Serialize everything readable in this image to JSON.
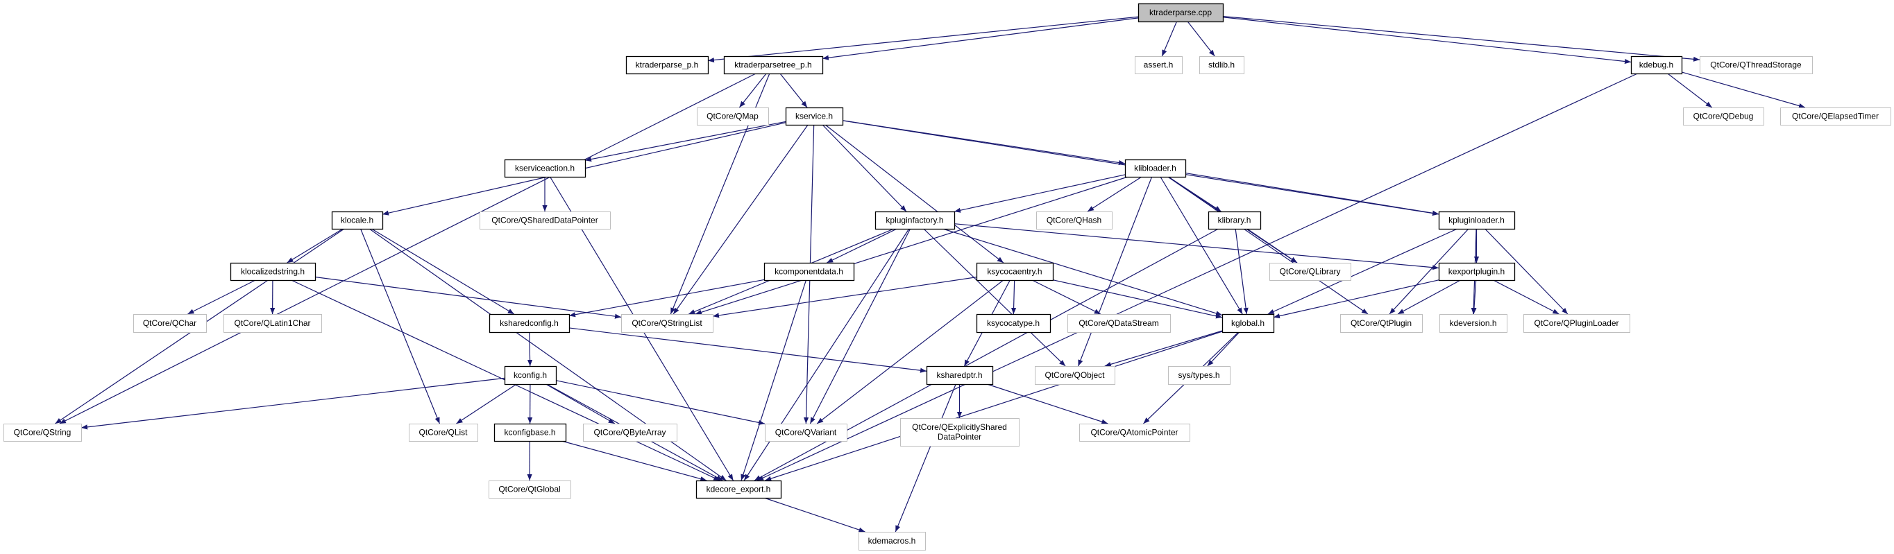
{
  "graph": {
    "colors": {
      "edge": "#191970",
      "root_fill": "#bfbfbf",
      "project_border": "#000000",
      "external_border": "#bfbfbf"
    },
    "nodes": [
      {
        "id": "root",
        "label": "ktraderparse.cpp",
        "kind": "root"
      },
      {
        "id": "ktraderparse_p",
        "label": "ktraderparse_p.h",
        "kind": "project"
      },
      {
        "id": "ktraderparsetree_p",
        "label": "ktraderparsetree_p.h",
        "kind": "project"
      },
      {
        "id": "assert",
        "label": "assert.h",
        "kind": "external"
      },
      {
        "id": "stdlib",
        "label": "stdlib.h",
        "kind": "external"
      },
      {
        "id": "kdebug",
        "label": "kdebug.h",
        "kind": "project"
      },
      {
        "id": "qthreadstorage",
        "label": "QtCore/QThreadStorage",
        "kind": "external"
      },
      {
        "id": "qmap",
        "label": "QtCore/QMap",
        "kind": "external"
      },
      {
        "id": "kservice",
        "label": "kservice.h",
        "kind": "project"
      },
      {
        "id": "qdebug",
        "label": "QtCore/QDebug",
        "kind": "external"
      },
      {
        "id": "qelapsedtimer",
        "label": "QtCore/QElapsedTimer",
        "kind": "external"
      },
      {
        "id": "kserviceaction",
        "label": "kserviceaction.h",
        "kind": "project"
      },
      {
        "id": "klibloader",
        "label": "klibloader.h",
        "kind": "project"
      },
      {
        "id": "klocale",
        "label": "klocale.h",
        "kind": "project"
      },
      {
        "id": "qshareddatapointer",
        "label": "QtCore/QSharedDataPointer",
        "kind": "external"
      },
      {
        "id": "kpluginfactory",
        "label": "kpluginfactory.h",
        "kind": "project"
      },
      {
        "id": "qhash",
        "label": "QtCore/QHash",
        "kind": "external"
      },
      {
        "id": "klibrary",
        "label": "klibrary.h",
        "kind": "project"
      },
      {
        "id": "kpluginloader",
        "label": "kpluginloader.h",
        "kind": "project"
      },
      {
        "id": "klocalizedstring",
        "label": "klocalizedstring.h",
        "kind": "project"
      },
      {
        "id": "kcomponentdata",
        "label": "kcomponentdata.h",
        "kind": "project"
      },
      {
        "id": "ksycocaentry",
        "label": "ksycocaentry.h",
        "kind": "project"
      },
      {
        "id": "qlibrary",
        "label": "QtCore/QLibrary",
        "kind": "external"
      },
      {
        "id": "kexportplugin",
        "label": "kexportplugin.h",
        "kind": "project"
      },
      {
        "id": "qchar",
        "label": "QtCore/QChar",
        "kind": "external"
      },
      {
        "id": "qlatin1char",
        "label": "QtCore/QLatin1Char",
        "kind": "external"
      },
      {
        "id": "ksharedconfig",
        "label": "ksharedconfig.h",
        "kind": "project"
      },
      {
        "id": "qstringlist",
        "label": "QtCore/QStringList",
        "kind": "external"
      },
      {
        "id": "ksycocatype",
        "label": "ksycocatype.h",
        "kind": "project"
      },
      {
        "id": "qdatastream",
        "label": "QtCore/QDataStream",
        "kind": "external"
      },
      {
        "id": "kglobal",
        "label": "kglobal.h",
        "kind": "project"
      },
      {
        "id": "qtplugin",
        "label": "QtCore/QtPlugin",
        "kind": "external"
      },
      {
        "id": "kdeversion",
        "label": "kdeversion.h",
        "kind": "external"
      },
      {
        "id": "qpluginloader",
        "label": "QtCore/QPluginLoader",
        "kind": "external"
      },
      {
        "id": "kconfig",
        "label": "kconfig.h",
        "kind": "project"
      },
      {
        "id": "ksharedptr",
        "label": "ksharedptr.h",
        "kind": "project"
      },
      {
        "id": "qobject",
        "label": "QtCore/QObject",
        "kind": "external"
      },
      {
        "id": "systypes",
        "label": "sys/types.h",
        "kind": "external"
      },
      {
        "id": "qstring",
        "label": "QtCore/QString",
        "kind": "external"
      },
      {
        "id": "qlist",
        "label": "QtCore/QList",
        "kind": "external"
      },
      {
        "id": "kconfigbase",
        "label": "kconfigbase.h",
        "kind": "project"
      },
      {
        "id": "qbytearray",
        "label": "QtCore/QByteArray",
        "kind": "external"
      },
      {
        "id": "qvariant",
        "label": "QtCore/QVariant",
        "kind": "external"
      },
      {
        "id": "qexplicitlyshareddatapointer",
        "label": "QtCore/QExplicitlyShared\nDataPointer",
        "kind": "external"
      },
      {
        "id": "qatomicpointer",
        "label": "QtCore/QAtomicPointer",
        "kind": "external"
      },
      {
        "id": "qtglobal",
        "label": "QtCore/QtGlobal",
        "kind": "external"
      },
      {
        "id": "kdecore_export",
        "label": "kdecore_export.h",
        "kind": "project"
      },
      {
        "id": "kdemacros",
        "label": "kdemacros.h",
        "kind": "external"
      }
    ],
    "edges": [
      [
        "root",
        "ktraderparse_p"
      ],
      [
        "root",
        "ktraderparsetree_p"
      ],
      [
        "root",
        "assert"
      ],
      [
        "root",
        "stdlib"
      ],
      [
        "root",
        "kdebug"
      ],
      [
        "root",
        "qthreadstorage"
      ],
      [
        "ktraderparsetree_p",
        "qstring"
      ],
      [
        "ktraderparsetree_p",
        "qstringlist"
      ],
      [
        "ktraderparsetree_p",
        "qmap"
      ],
      [
        "ktraderparsetree_p",
        "kservice"
      ],
      [
        "kservice",
        "klocale"
      ],
      [
        "kservice",
        "kserviceaction"
      ],
      [
        "kservice",
        "qvariant"
      ],
      [
        "kservice",
        "qstringlist"
      ],
      [
        "kservice",
        "kpluginfactory"
      ],
      [
        "kservice",
        "ksycocaentry"
      ],
      [
        "kservice",
        "klibloader"
      ],
      [
        "kservice",
        "kpluginloader"
      ],
      [
        "kserviceaction",
        "qshareddatapointer"
      ],
      [
        "kserviceaction",
        "kdecore_export"
      ],
      [
        "kdebug",
        "qdebug"
      ],
      [
        "kdebug",
        "qelapsedtimer"
      ],
      [
        "kdebug",
        "kdecore_export"
      ],
      [
        "klocale",
        "qstring"
      ],
      [
        "klocale",
        "klocalizedstring"
      ],
      [
        "klocale",
        "ksharedconfig"
      ],
      [
        "klocale",
        "qlist"
      ],
      [
        "klocale",
        "kdecore_export"
      ],
      [
        "klocalizedstring",
        "qchar"
      ],
      [
        "klocalizedstring",
        "qlatin1char"
      ],
      [
        "klocalizedstring",
        "qstringlist"
      ],
      [
        "klocalizedstring",
        "kdecore_export"
      ],
      [
        "klibloader",
        "qstringlist"
      ],
      [
        "klibloader",
        "kpluginfactory"
      ],
      [
        "klibloader",
        "qhash"
      ],
      [
        "klibloader",
        "klibrary"
      ],
      [
        "klibloader",
        "qlibrary"
      ],
      [
        "klibloader",
        "kpluginloader"
      ],
      [
        "klibloader",
        "kglobal"
      ],
      [
        "klibloader",
        "qobject"
      ],
      [
        "klibloader",
        "qtplugin"
      ],
      [
        "kpluginfactory",
        "kcomponentdata"
      ],
      [
        "kpluginfactory",
        "qstringlist"
      ],
      [
        "kpluginfactory",
        "qvariant"
      ],
      [
        "kpluginfactory",
        "kdecore_export"
      ],
      [
        "kpluginfactory",
        "kglobal"
      ],
      [
        "kpluginfactory",
        "qobject"
      ],
      [
        "kpluginfactory",
        "kexportplugin"
      ],
      [
        "kcomponentdata",
        "ksharedconfig"
      ],
      [
        "kcomponentdata",
        "kdecore_export"
      ],
      [
        "klibrary",
        "qlibrary"
      ],
      [
        "klibrary",
        "kglobal"
      ],
      [
        "klibrary",
        "kdecore_export"
      ],
      [
        "kpluginloader",
        "kexportplugin"
      ],
      [
        "kpluginloader",
        "kglobal"
      ],
      [
        "kpluginloader",
        "qtplugin"
      ],
      [
        "kpluginloader",
        "kdeversion"
      ],
      [
        "kpluginloader",
        "qpluginloader"
      ],
      [
        "kexportplugin",
        "kglobal"
      ],
      [
        "kexportplugin",
        "qtplugin"
      ],
      [
        "kexportplugin",
        "kdeversion"
      ],
      [
        "kexportplugin",
        "qpluginloader"
      ],
      [
        "ksycocaentry",
        "qstringlist"
      ],
      [
        "ksycocaentry",
        "ksycocatype"
      ],
      [
        "ksycocaentry",
        "qdatastream"
      ],
      [
        "ksycocaentry",
        "kglobal"
      ],
      [
        "ksycocaentry",
        "ksharedptr"
      ],
      [
        "ksycocaentry",
        "qvariant"
      ],
      [
        "ksharedconfig",
        "kconfig"
      ],
      [
        "ksharedconfig",
        "ksharedptr"
      ],
      [
        "kconfig",
        "qstring"
      ],
      [
        "kconfig",
        "qlist"
      ],
      [
        "kconfig",
        "kconfigbase"
      ],
      [
        "kconfig",
        "qbytearray"
      ],
      [
        "kconfig",
        "qvariant"
      ],
      [
        "kconfig",
        "kdecore_export"
      ],
      [
        "kconfigbase",
        "qtglobal"
      ],
      [
        "kconfigbase",
        "kdecore_export"
      ],
      [
        "kglobal",
        "qobject"
      ],
      [
        "kglobal",
        "systypes"
      ],
      [
        "kglobal",
        "qatomicpointer"
      ],
      [
        "kglobal",
        "kdecore_export"
      ],
      [
        "ksharedptr",
        "qexplicitlyshareddatapointer"
      ],
      [
        "ksharedptr",
        "qatomicpointer"
      ],
      [
        "ksharedptr",
        "kdemacros"
      ],
      [
        "kdecore_export",
        "kdemacros"
      ]
    ]
  }
}
